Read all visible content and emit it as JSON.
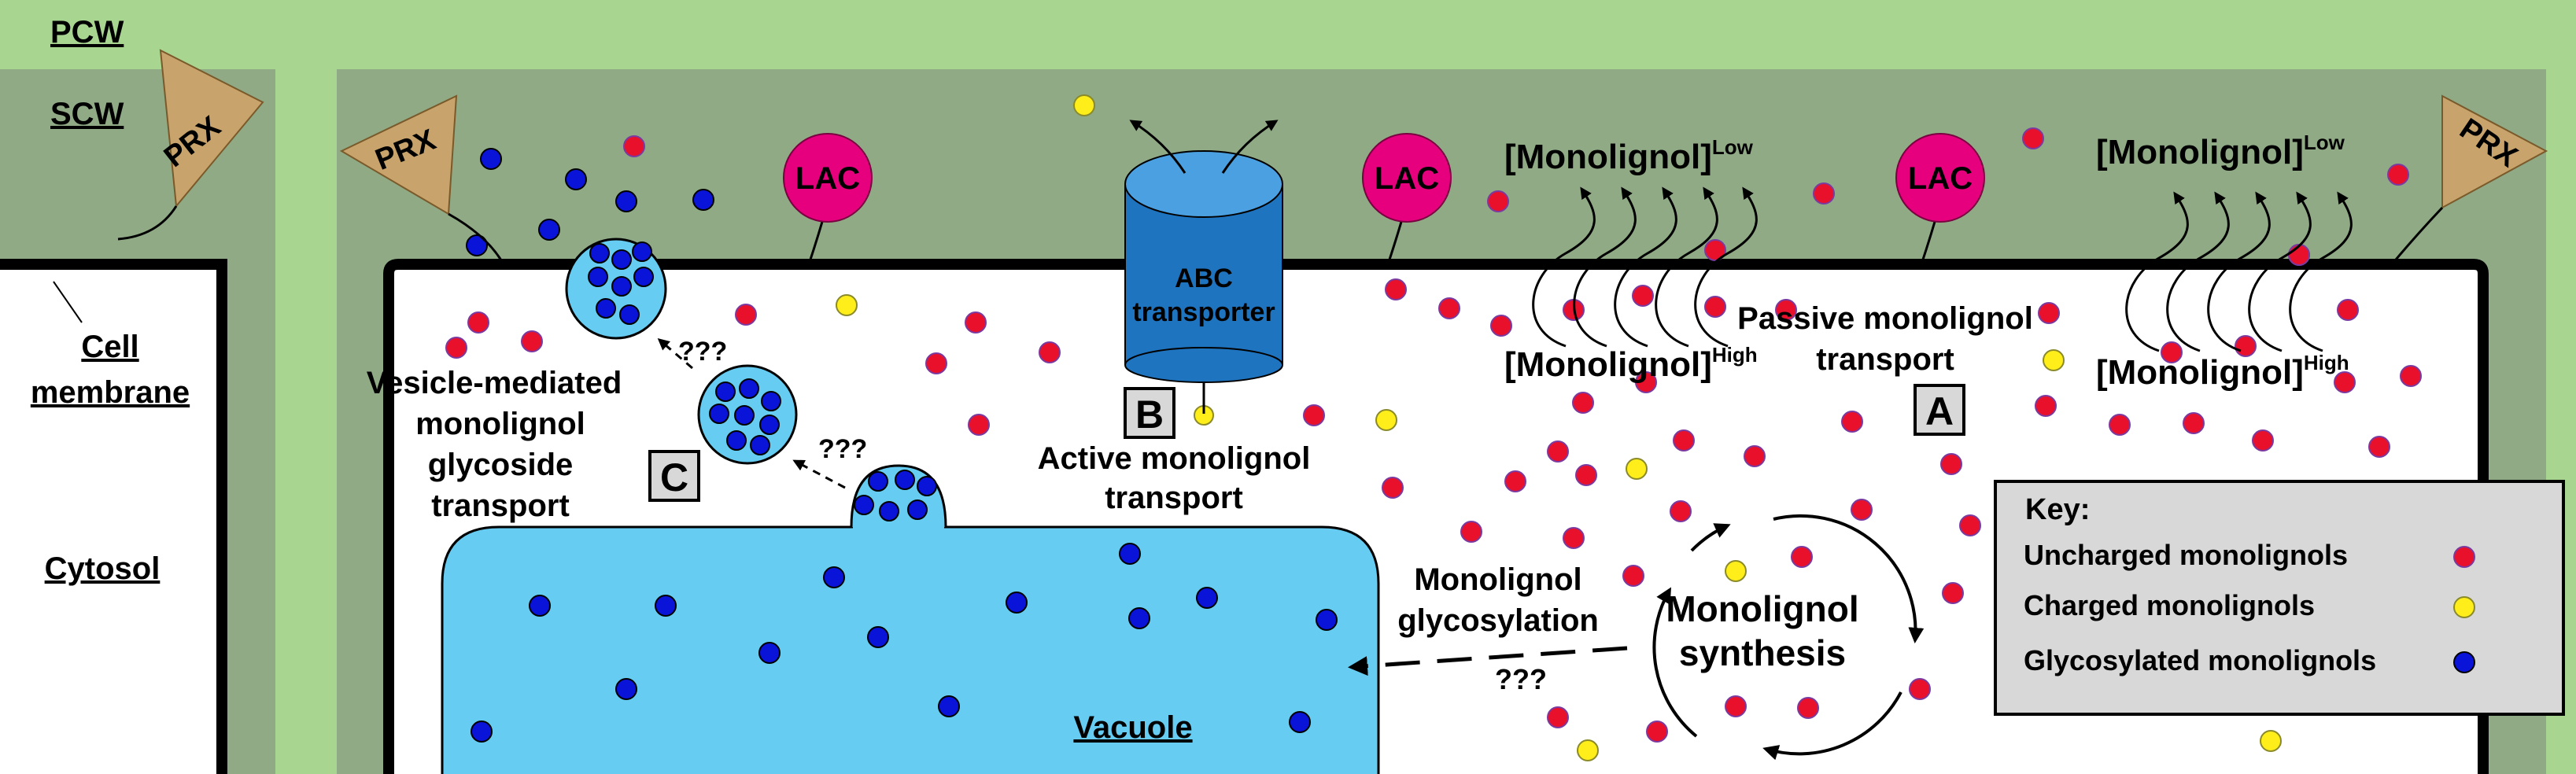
{
  "regions": {
    "pcw": "PCW",
    "scw": "SCW",
    "cell_membrane_line1": "Cell",
    "cell_membrane_line2": "membrane",
    "cytosol": "Cytosol",
    "vacuole": "Vacuole"
  },
  "enzymes": {
    "prx": "PRX",
    "lac": "LAC"
  },
  "transporter": {
    "line1": "ABC",
    "line2": "transporter"
  },
  "pathways": {
    "a": {
      "letter": "A",
      "line1": "Passive monolignol",
      "line2": "transport",
      "low_main": "[Monolignol]",
      "low_sup": "Low",
      "high_main": "[Monolignol]",
      "high_sup": "High"
    },
    "b": {
      "letter": "B",
      "line1": "Active monolignol",
      "line2": "transport"
    },
    "c": {
      "letter": "C",
      "line1": "Vesicle-mediated",
      "line2": "monolignol",
      "line3": "glycoside",
      "line4": "transport"
    }
  },
  "unknown": "???",
  "glycosylation": {
    "line1": "Monolignol",
    "line2": "glycosylation"
  },
  "synthesis": {
    "line1": "Monolignol",
    "line2": "synthesis"
  },
  "key": {
    "title": "Key:",
    "items": [
      {
        "label": "Uncharged monolignols",
        "color": "#e8102a"
      },
      {
        "label": "Charged monolignols",
        "color": "#ffee1a"
      },
      {
        "label": "Glycosylated monolignols",
        "color": "#0a14d8"
      }
    ]
  },
  "colors": {
    "pcw": "#a8d590",
    "scw": "#8faa85",
    "cytosol": "#ffffff",
    "vacuole": "#66ccf2",
    "lac": "#e6007e",
    "prx": "#c8a36b",
    "abc": "#1f74c0",
    "key_bg": "#d8d8d8"
  }
}
